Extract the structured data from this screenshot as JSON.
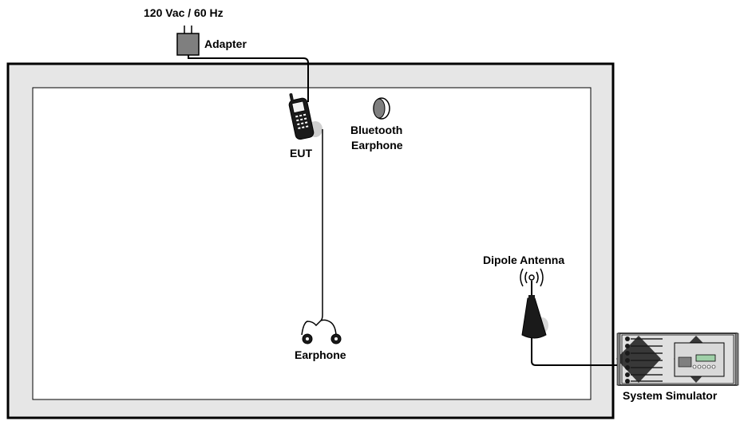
{
  "labels": {
    "power": "120 Vac / 60 Hz",
    "adapter": "Adapter",
    "eut": "EUT",
    "bluetooth_earphone_line1": "Bluetooth",
    "bluetooth_earphone_line2": "Earphone",
    "earphone": "Earphone",
    "dipole_antenna": "Dipole Antenna",
    "system_simulator": "System Simulator"
  },
  "icons": {
    "adapter": "power-adapter-icon",
    "eut": "mobile-phone-icon",
    "bluetooth_earphone": "bluetooth-earphone-icon",
    "earphone": "wired-earphone-icon",
    "antenna": "dipole-antenna-icon",
    "simulator": "rack-instrument-icon"
  },
  "colors": {
    "chamber_outer": "#e6e6e6",
    "chamber_inner": "#ffffff",
    "stroke": "#000000",
    "device_dark": "#1a1a1a",
    "device_grey": "#7f7f7f"
  }
}
